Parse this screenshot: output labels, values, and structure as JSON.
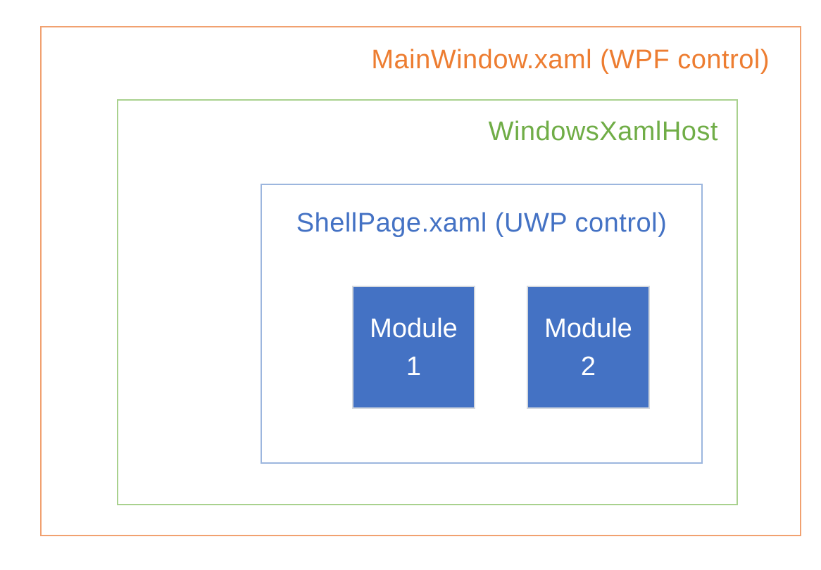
{
  "diagram": {
    "background_color": "#FFFFFF",
    "outer_box": {
      "label": "MainWindow.xaml (WPF control)",
      "label_color": "#ED7D31",
      "border_color": "#F1A170"
    },
    "host_box": {
      "label": "WindowsXamlHost",
      "label_color": "#70AD47",
      "border_color": "#A9D18E"
    },
    "page_box": {
      "label": "ShellPage.xaml (UWP control)",
      "label_color": "#4472C4",
      "border_color": "#9CB6DE"
    },
    "modules": [
      {
        "label_line1": "Module",
        "label_line2": "1",
        "fill_color": "#4472C4",
        "text_color": "#FFFFFF",
        "border_color": "#D5D9DF"
      },
      {
        "label_line1": "Module",
        "label_line2": "2",
        "fill_color": "#4472C4",
        "text_color": "#FFFFFF",
        "border_color": "#D5D9DF"
      }
    ]
  }
}
